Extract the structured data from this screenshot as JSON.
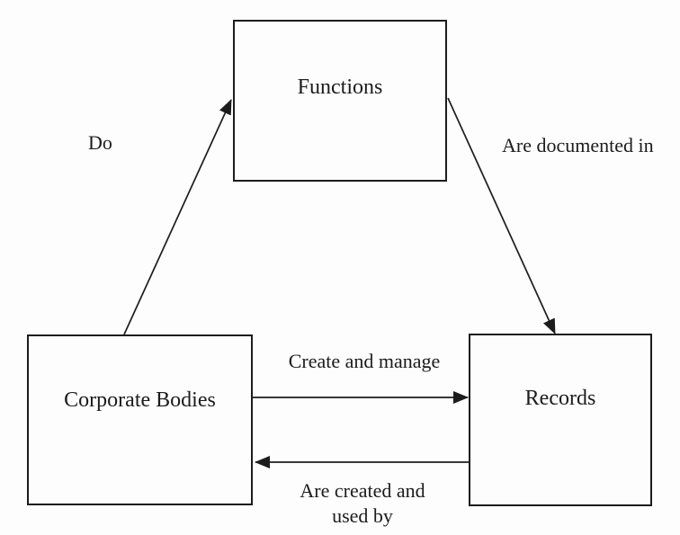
{
  "canvas": {
    "background": "#fdfdfd",
    "ink": "#1c1c1c"
  },
  "nodes": {
    "functions": {
      "label": "Functions"
    },
    "corporate_bodies": {
      "label": "Corporate Bodies"
    },
    "records": {
      "label": "Records"
    }
  },
  "edges": {
    "do": {
      "label": "Do",
      "from": "Corporate Bodies",
      "to": "Functions"
    },
    "documented_in": {
      "label": "Are documented in",
      "from": "Functions",
      "to": "Records"
    },
    "create_and_manage": {
      "label": "Create and manage",
      "from": "Corporate Bodies",
      "to": "Records"
    },
    "created_and_used_by": {
      "label": "Are created and used by",
      "from": "Records",
      "to": "Corporate Bodies"
    }
  }
}
